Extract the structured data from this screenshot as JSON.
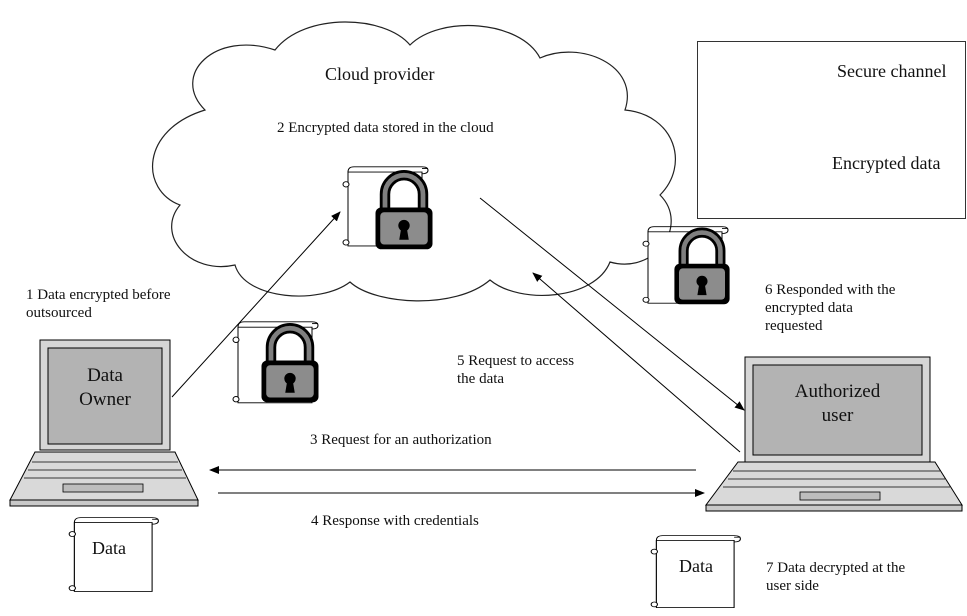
{
  "cloud": {
    "title": "Cloud provider",
    "step2": "2    Encrypted data stored in the cloud"
  },
  "legend": {
    "secure_channel": "Secure channel",
    "encrypted_data": "Encrypted data"
  },
  "steps": {
    "step1": "1  Data encrypted before\noutsourced",
    "step3": "3   Request for an authorization",
    "step4": "4   Response with credentials",
    "step5": "5   Request to access\nthe data",
    "step6": "6   Responded with the\nencrypted data\nrequested",
    "step7": "7   Data decrypted at the\nuser side"
  },
  "actors": {
    "owner": "Data\nOwner",
    "user": "Authorized\nuser"
  },
  "documents": {
    "owner_doc": "Data",
    "user_doc": "Data"
  },
  "colors": {
    "lock_fill": "#7f7f7f",
    "lock_stroke": "#000000",
    "screen_fill": "#b3b3b3",
    "laptop_body": "#d9d9d9",
    "cloud_stroke": "#222222"
  }
}
